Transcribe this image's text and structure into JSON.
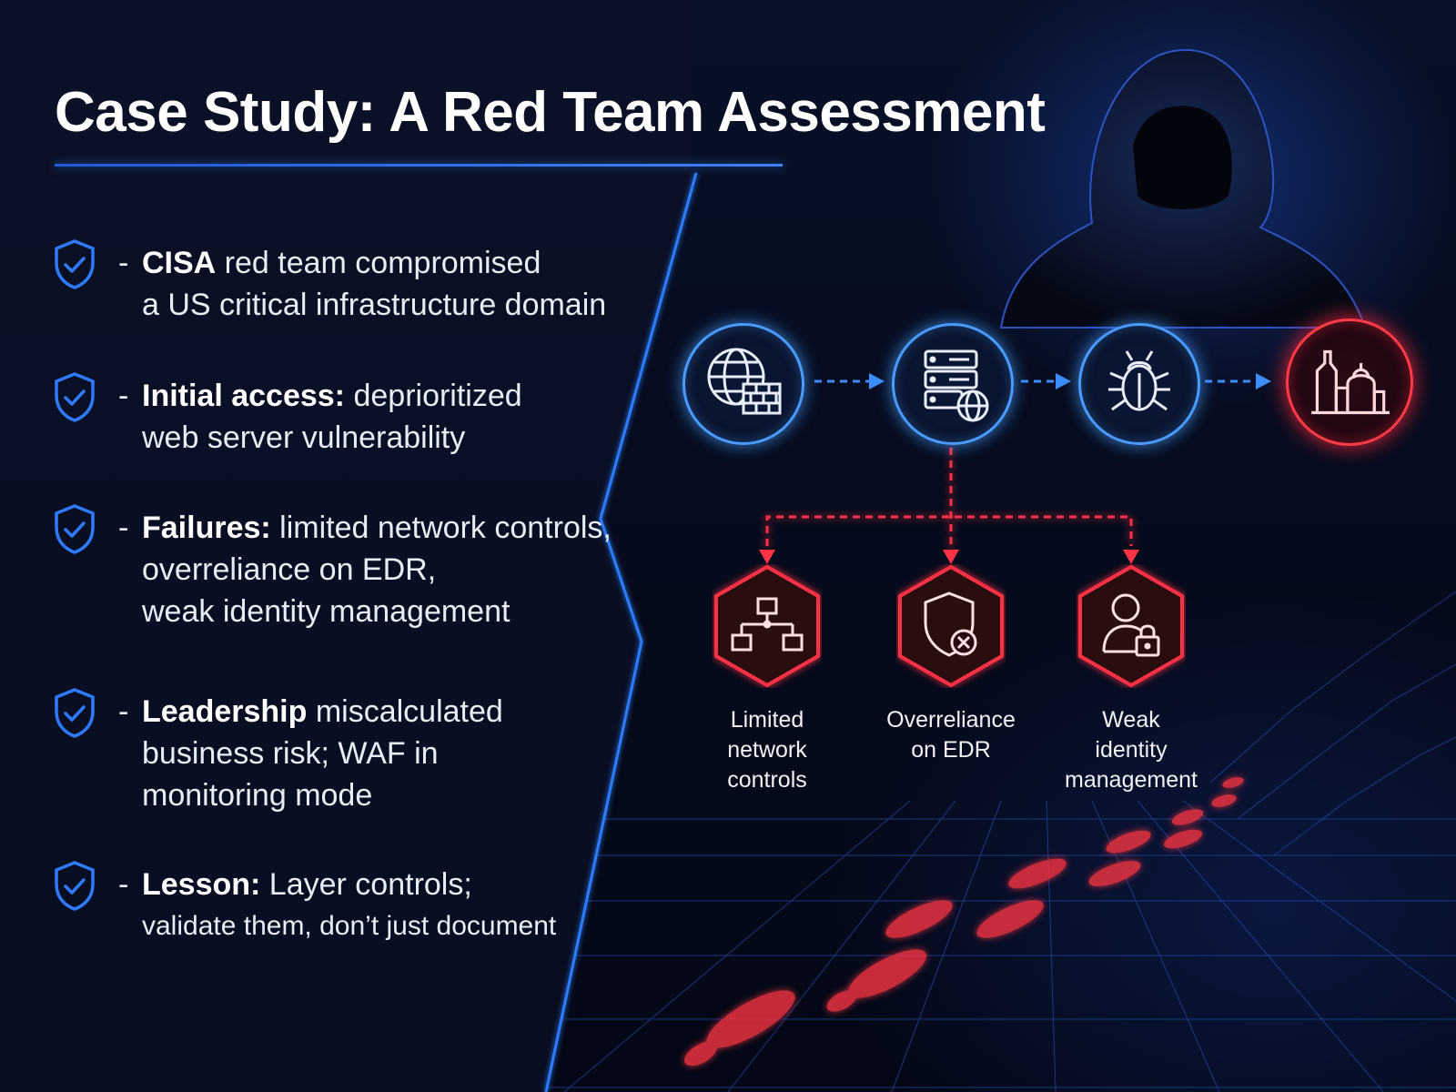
{
  "title": "Case Study: A Red Team Assessment",
  "bullets": [
    {
      "prefix": "- ",
      "bold": "CISA",
      "rest": " red team compromised",
      "lines": [
        "a US critical infrastructure domain"
      ]
    },
    {
      "prefix": "- ",
      "bold": "Initial access:",
      "rest": " deprioritized",
      "lines": [
        "web server vulnerability"
      ]
    },
    {
      "prefix": "- ",
      "bold": "Failures:",
      "rest": " limited network controls,",
      "lines": [
        "overreliance on EDR,",
        "weak identity management"
      ]
    },
    {
      "prefix": "- ",
      "bold": "Leadership",
      "rest": " miscalculated",
      "lines": [
        "business risk; WAF in",
        "monitoring mode"
      ]
    },
    {
      "prefix": "- ",
      "bold": "Lesson:",
      "rest": " Layer controls;",
      "lines": [
        "validate them, don’t just document"
      ]
    }
  ],
  "attack_chain": [
    {
      "icon": "globe-firewall-icon"
    },
    {
      "icon": "server-globe-icon"
    },
    {
      "icon": "bug-icon"
    },
    {
      "icon": "industrial-facility-icon"
    }
  ],
  "failures": [
    {
      "icon": "network-hierarchy-icon",
      "label_lines": [
        "Limited",
        "network",
        "controls"
      ]
    },
    {
      "icon": "shield-x-icon",
      "label_lines": [
        "Overreliance",
        "on EDR"
      ]
    },
    {
      "icon": "user-lock-icon",
      "label_lines": [
        "Weak",
        "identity",
        "management"
      ]
    }
  ],
  "colors": {
    "accent_blue": "#4a9cff",
    "alert_red": "#ff3b46",
    "background": "#060b1c"
  }
}
